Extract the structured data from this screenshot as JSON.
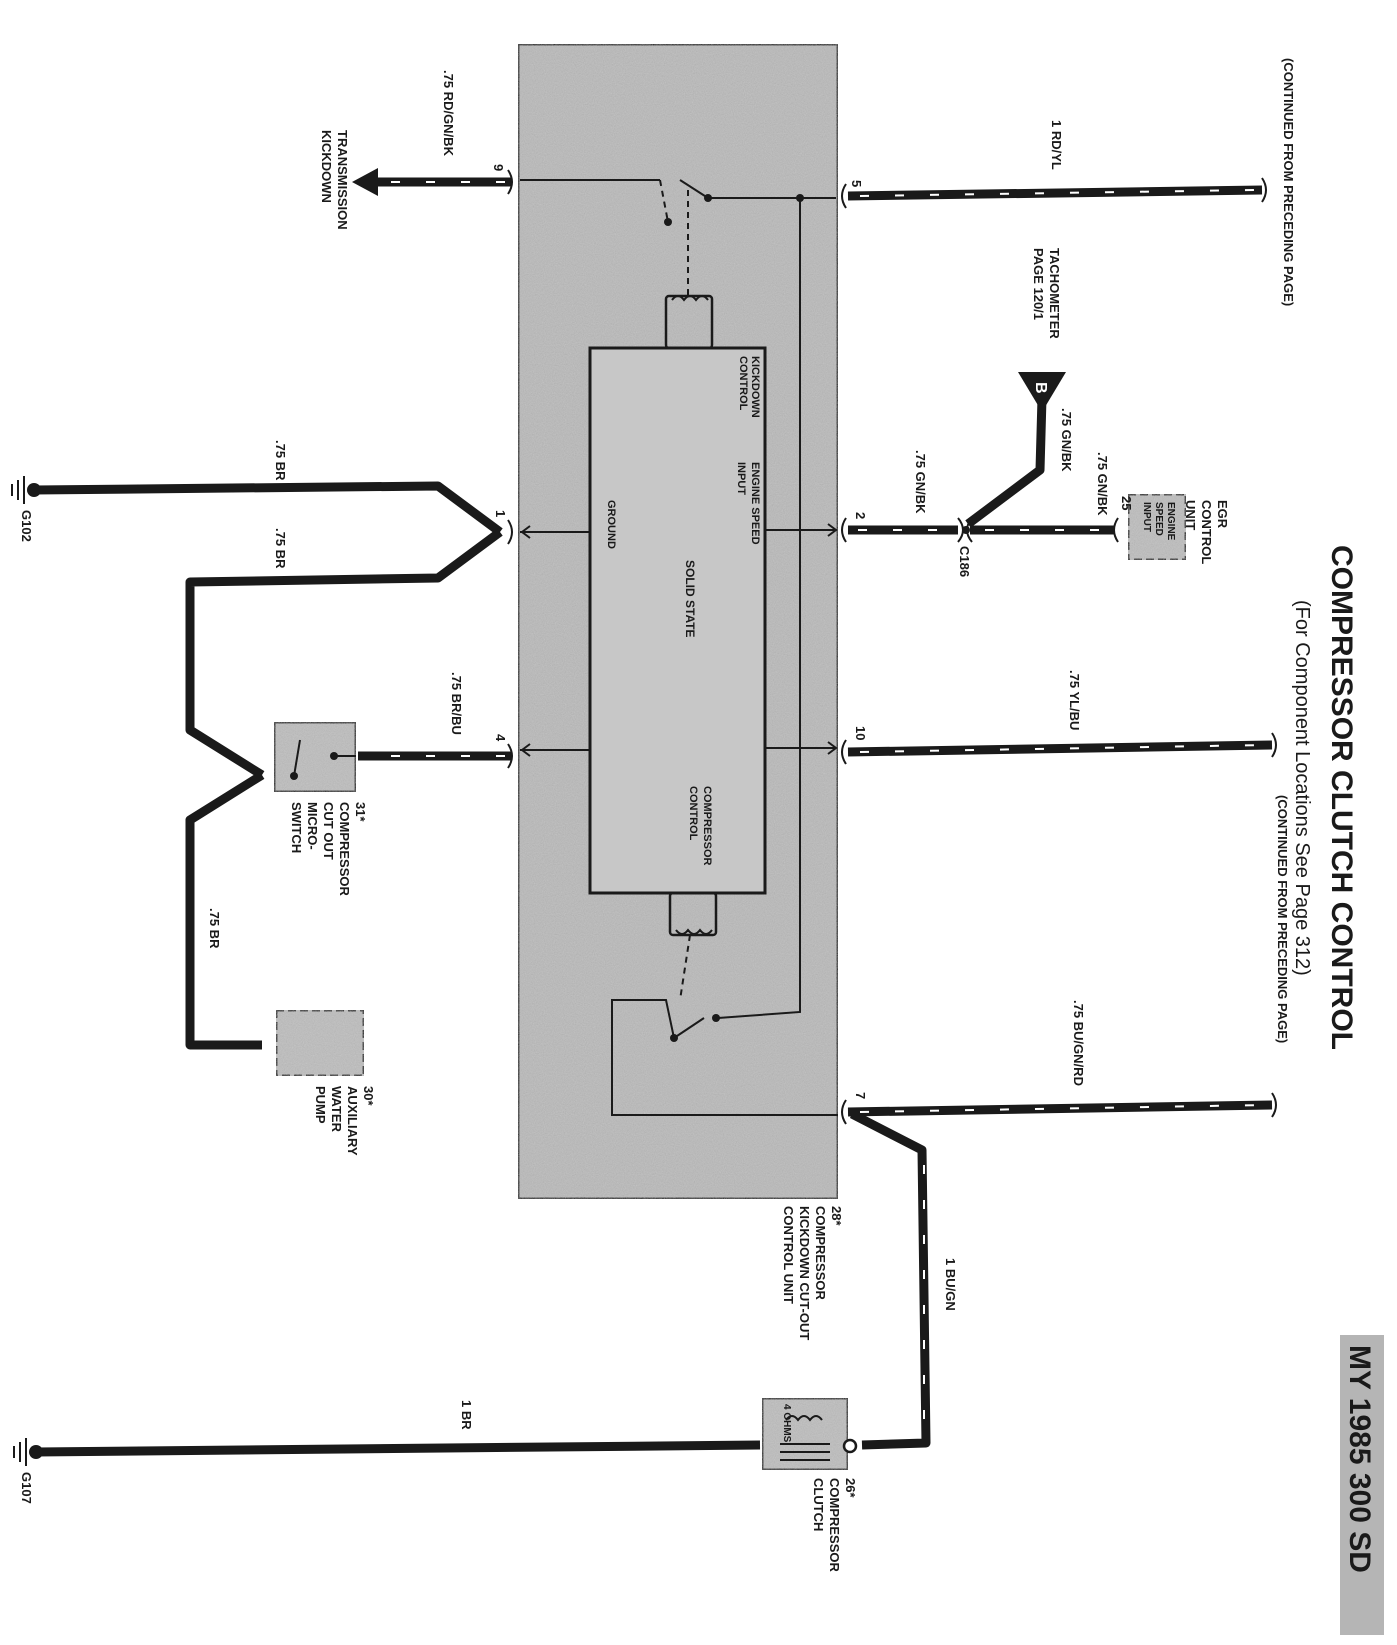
{
  "header": {
    "title": "COMPRESSOR CLUTCH CONTROL",
    "subtitle": "(For Component Locations See Page 312)",
    "model": "MY 1985 300 SD"
  },
  "notes": {
    "continued_top": "(CONTINUED FROM PRECEDING PAGE)",
    "continued_mid": "(CONTINUED FROM PRECEDING PAGE)"
  },
  "wires": {
    "w_rd_gn_bk": ".75 RD/GN/BK",
    "w_rd_yl": "1 RD/YL",
    "w_gn_bk_2": ".75 GN/BK",
    "w_gn_bk_tach": ".75 GN/BK",
    "w_gn_bk_egr": ".75 GN/BK",
    "w_br_g102": ".75 BR",
    "w_br_switch": ".75 BR",
    "w_br_bu": ".75 BR/BU",
    "w_yl_bu": ".75 YL/BU",
    "w_br_pump": ".75 BR",
    "w_bu_gn_rd": ".75 BU/GN/RD",
    "w_bu_gn": "1 BU/GN",
    "w_br_g107": "1 BR"
  },
  "pins": {
    "p9": "9",
    "p5": "5",
    "p1": "1",
    "p2": "2",
    "p4": "4",
    "p10": "10",
    "p7": "7",
    "p25": "25"
  },
  "connectors": {
    "c186": "C186",
    "tach_letter": "B"
  },
  "grounds": {
    "g102": "G102",
    "g107": "G107"
  },
  "components": {
    "transmission": [
      "TRANSMISSION",
      "KICKDOWN"
    ],
    "tachometer": [
      "TACHOMETER",
      "PAGE 120/1"
    ],
    "egr": [
      "EGR",
      "CONTROL",
      "UNIT"
    ],
    "egr_input": [
      "ENGINE",
      "SPEED",
      "INPUT"
    ],
    "module_num": "28*",
    "module": [
      "COMPRESSOR",
      "KICKDOWN CUT-OUT",
      "CONTROL UNIT"
    ],
    "micro_num": "31*",
    "micro": [
      "COMPRESSOR",
      "CUT OUT",
      "MICRO-",
      "SWITCH"
    ],
    "pump_num": "30*",
    "pump": [
      "AUXILIARY",
      "WATER",
      "PUMP"
    ],
    "clutch_num": "26*",
    "clutch": [
      "COMPRESSOR",
      "CLUTCH"
    ],
    "clutch_ohms": "4 OHMS"
  },
  "inner": {
    "kickdown": [
      "KICKDOWN",
      "CONTROL"
    ],
    "engine_speed": [
      "ENGINE SPEED",
      "INPUT"
    ],
    "ground": "GROUND",
    "solid_state": "SOLID STATE",
    "compressor": [
      "COMPRESSOR",
      "CONTROL"
    ]
  },
  "colors": {
    "ink": "#1a1a1a",
    "module_fill": "#b9b9b9",
    "inner_fill": "#c7c7c7",
    "component_fill": "#bdbdbd"
  }
}
